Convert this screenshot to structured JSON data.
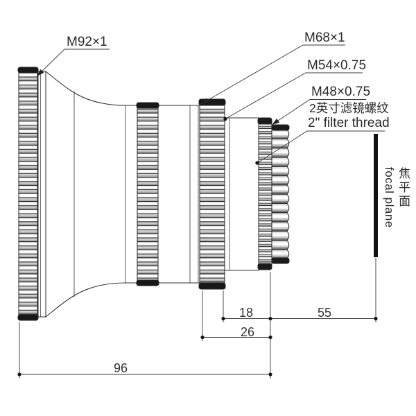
{
  "title": "lens adapter technical drawing",
  "thread_labels": {
    "m92": "M92×1",
    "m68": "M68×1",
    "m54": "M54×0.75",
    "m48": "M48×0.75",
    "filter_line1": "2英寸滤镜螺纹",
    "filter_line2": "2\" filter thread"
  },
  "focal_plane": {
    "zh": "焦平面",
    "en": "focal plane"
  },
  "dims": {
    "d18": "18",
    "d55": "55",
    "d26": "26",
    "d96": "96"
  },
  "colors": {
    "background": "#ffffff",
    "line": "#333333",
    "dark_fill": "#1b1b1b",
    "text": "#2b2b2b"
  }
}
